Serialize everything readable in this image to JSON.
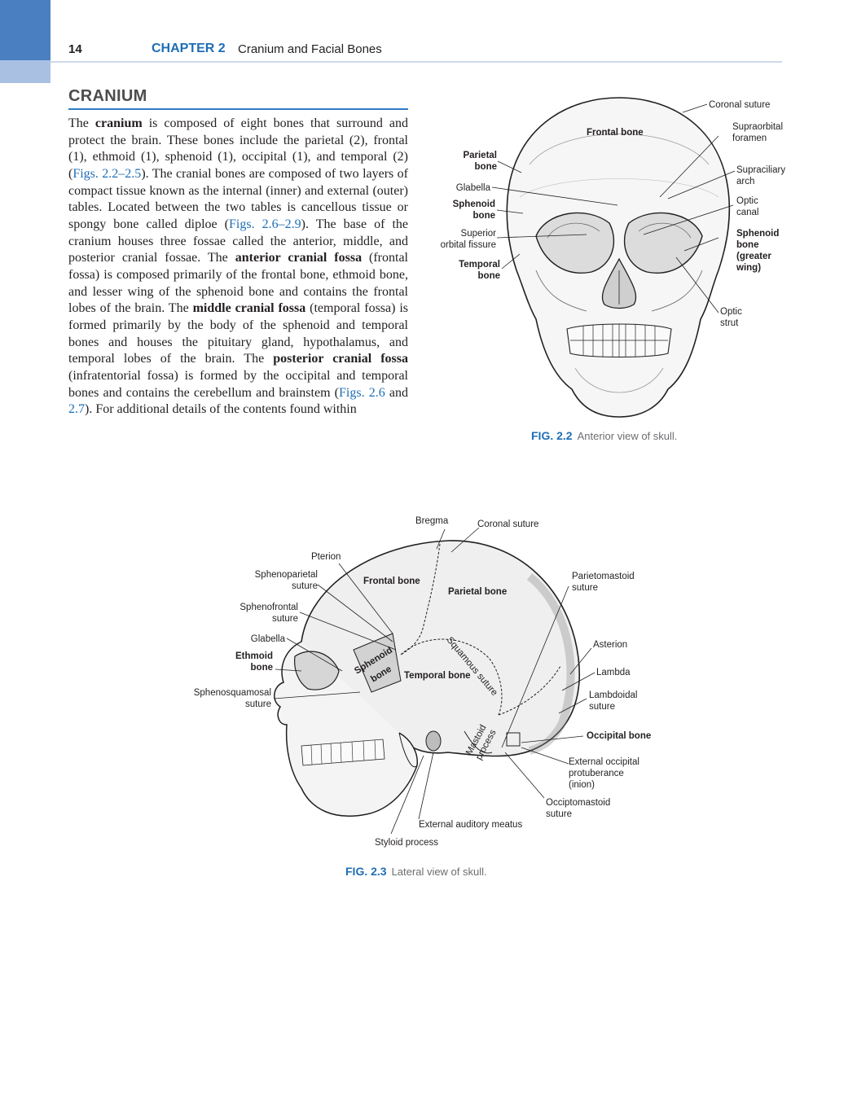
{
  "header": {
    "page_number": "14",
    "chapter_label": "CHAPTER 2",
    "chapter_title": "Cranium and Facial Bones"
  },
  "section": {
    "heading": "CRANIUM",
    "paragraph": [
      {
        "t": "The "
      },
      {
        "t": "cranium",
        "b": true
      },
      {
        "t": " is composed of eight bones that surround and protect the brain. These bones include the parietal (2), frontal (1), ethmoid (1), sphenoid (1), occipital (1), and temporal (2) ("
      },
      {
        "t": "Figs. 2.2–2.5",
        "link": true
      },
      {
        "t": "). The cranial bones are composed of two layers of compact tissue known as the internal (inner) and external (outer) tables. Located between the two tables is cancellous tissue or spongy bone called diploe ("
      },
      {
        "t": "Figs. 2.6–2.9",
        "link": true
      },
      {
        "t": "). The base of the cranium houses three fossae called the anterior, middle, and posterior cranial fossae. The "
      },
      {
        "t": "anterior cranial fossa",
        "b": true
      },
      {
        "t": " (frontal fossa) is composed primarily of the frontal bone, ethmoid bone, and lesser wing of the sphenoid bone and contains the frontal lobes of the brain. The "
      },
      {
        "t": "middle cranial fossa",
        "b": true
      },
      {
        "t": " (temporal fossa) is formed primarily by the body of the sphenoid and temporal bones and houses the pituitary gland, hypothalamus, and temporal lobes of the brain. The "
      },
      {
        "t": "posterior cranial fossa",
        "b": true
      },
      {
        "t": " (infratentorial fossa) is formed by the occipital and temporal bones and contains the cerebellum and brainstem ("
      },
      {
        "t": "Figs. 2.6",
        "link": true
      },
      {
        "t": " and "
      },
      {
        "t": "2.7",
        "link": true
      },
      {
        "t": "). For additional details of the contents found within"
      }
    ]
  },
  "fig22": {
    "number": "FIG. 2.2",
    "caption": "Anterior view of skull.",
    "labels": {
      "coronal_suture": "Coronal suture",
      "frontal_bone": "Frontal bone",
      "supraorbital": "Supraorbital",
      "foramen": "foramen",
      "parietal": "Parietal",
      "bone": "bone",
      "supraciliary": "Supraciliary",
      "arch": "arch",
      "glabella": "Glabella",
      "optic": "Optic",
      "canal": "canal",
      "sphenoid": "Sphenoid",
      "superior": "Superior",
      "orbital_fissure": "orbital fissure",
      "greater": "(greater",
      "wing": "wing)",
      "temporal": "Temporal",
      "strut": "strut"
    }
  },
  "fig23": {
    "number": "FIG. 2.3",
    "caption": "Lateral view of skull.",
    "labels": {
      "bregma": "Bregma",
      "coronal_suture": "Coronal suture",
      "pterion": "Pterion",
      "sphenoparietal": "Sphenoparietal",
      "suture": "suture",
      "frontal_bone": "Frontal bone",
      "parietomastoid": "Parietomastoid",
      "parietal_bone": "Parietal bone",
      "sphenofrontal": "Sphenofrontal",
      "glabella": "Glabella",
      "asterion": "Asterion",
      "ethmoid": "Ethmoid",
      "bone": "bone",
      "squamous_suture": "Squamous suture",
      "sphenoid": "Sphenoid",
      "lambda": "Lambda",
      "temporal_bone": "Temporal bone",
      "sphenosquamosal": "Sphenosquamosal",
      "lambdoidal": "Lambdoidal",
      "occipital_bone": "Occipital bone",
      "mastoid": "Mastoid",
      "process": "process",
      "external_occipital": "External occipital",
      "protuberance": "protuberance",
      "inion": "(inion)",
      "occiptomastoid": "Occiptomastoid",
      "external_auditory_meatus": "External auditory meatus",
      "styloid_process": "Styloid process"
    }
  }
}
